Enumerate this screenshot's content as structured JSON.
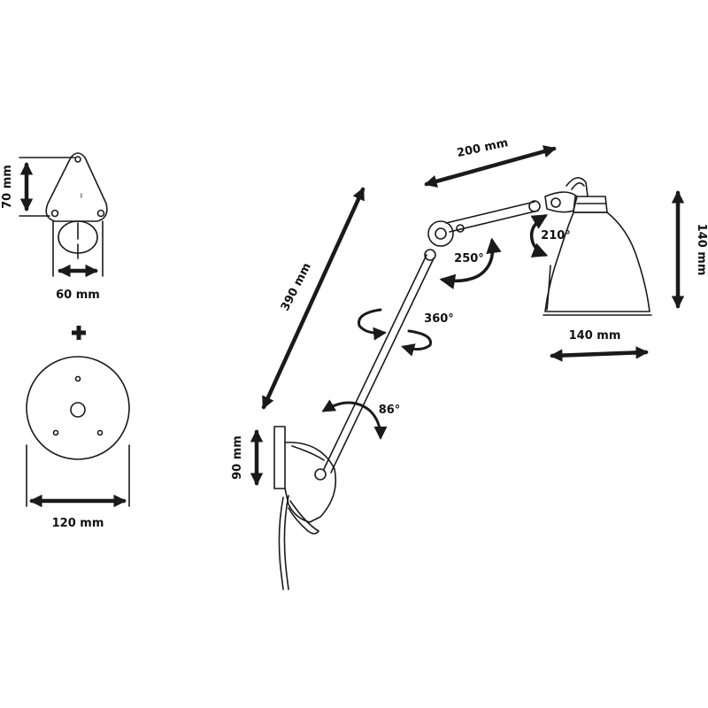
{
  "dimensions": {
    "bracket_height": "70 mm",
    "bracket_width": "60 mm",
    "plate_diameter": "120 mm",
    "upper_arm": "200 mm",
    "lower_arm": "390 mm",
    "shade_height": "140 mm",
    "shade_diameter": "140 mm",
    "wall_mount_height": "90 mm"
  },
  "rotations": {
    "shade": "210°",
    "elbow": "250°",
    "arm_swivel": "360°",
    "base_tilt": "86°"
  },
  "plus_sign": "+",
  "colors": {
    "line": "#1a1a1a",
    "background": "#ffffff"
  }
}
